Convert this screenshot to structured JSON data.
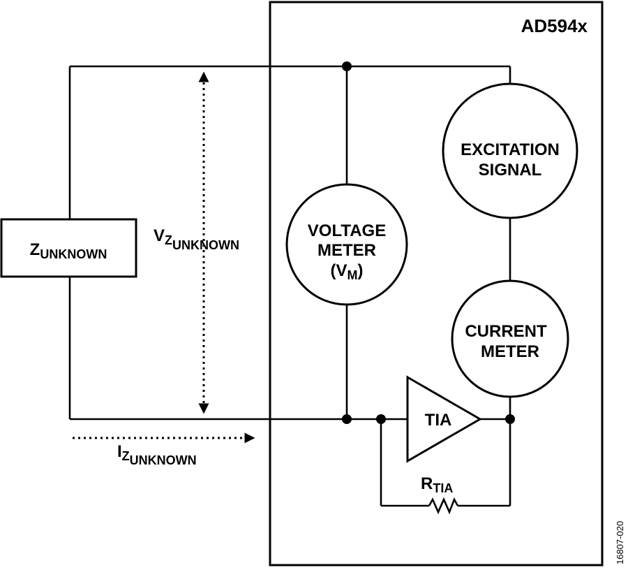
{
  "chip": {
    "name": "AD594x"
  },
  "impedance": {
    "main": "Z",
    "sub": "UNKNOWN"
  },
  "voltage_label": {
    "main": "V",
    "sub1": "Z",
    "sub2": "UNKNOWN"
  },
  "current_label": {
    "main": "I",
    "sub1": "Z",
    "sub2": "UNKNOWN"
  },
  "voltage_meter": {
    "line1": "VOLTAGE",
    "line2": "METER",
    "line3_open": "(V",
    "line3_sub": "M",
    "line3_close": ")"
  },
  "excitation": {
    "line1": "EXCITATION",
    "line2": "SIGNAL"
  },
  "current_meter": {
    "line1": "CURRENT",
    "line2": "METER"
  },
  "tia": {
    "label": "TIA"
  },
  "rtia": {
    "main": "R",
    "sub": "TIA"
  },
  "figure_id": "16807-020"
}
